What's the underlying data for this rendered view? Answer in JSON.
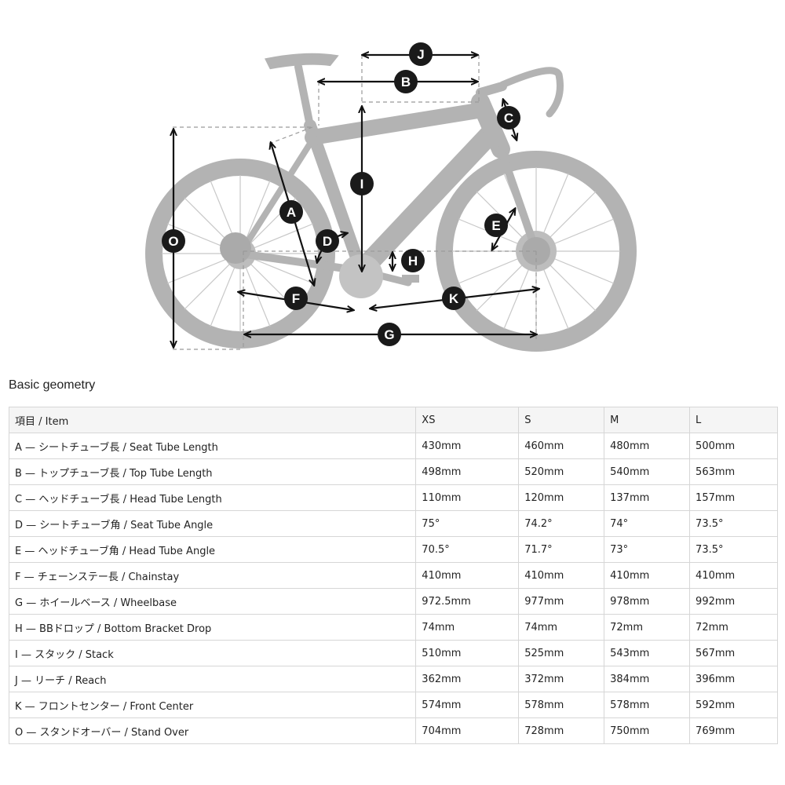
{
  "diagram": {
    "labels": [
      "J",
      "B",
      "C",
      "I",
      "A",
      "O",
      "E",
      "D",
      "H",
      "F",
      "K",
      "G"
    ]
  },
  "section_title": "Basic geometry",
  "table": {
    "headers": [
      "項目 / Item",
      "XS",
      "S",
      "M",
      "L"
    ],
    "rows": [
      [
        "A — シートチューブ長 / Seat Tube Length",
        "430mm",
        "460mm",
        "480mm",
        "500mm"
      ],
      [
        "B — トップチューブ長 / Top Tube Length",
        "498mm",
        "520mm",
        "540mm",
        "563mm"
      ],
      [
        "C — ヘッドチューブ長 / Head Tube Length",
        "110mm",
        "120mm",
        "137mm",
        "157mm"
      ],
      [
        "D — シートチューブ角 / Seat Tube Angle",
        "75°",
        "74.2°",
        "74°",
        "73.5°"
      ],
      [
        "E — ヘッドチューブ角 / Head Tube Angle",
        "70.5°",
        "71.7°",
        "73°",
        "73.5°"
      ],
      [
        "F — チェーンステー長 / Chainstay",
        "410mm",
        "410mm",
        "410mm",
        "410mm"
      ],
      [
        "G — ホイールベース / Wheelbase",
        "972.5mm",
        "977mm",
        "978mm",
        "992mm"
      ],
      [
        "H — BBドロップ / Bottom Bracket Drop",
        "74mm",
        "74mm",
        "72mm",
        "72mm"
      ],
      [
        "I — スタック / Stack",
        "510mm",
        "525mm",
        "543mm",
        "567mm"
      ],
      [
        "J — リーチ / Reach",
        "362mm",
        "372mm",
        "384mm",
        "396mm"
      ],
      [
        "K — フロントセンター / Front Center",
        "574mm",
        "578mm",
        "578mm",
        "592mm"
      ],
      [
        "O — スタンドオーバー / Stand Over",
        "704mm",
        "728mm",
        "750mm",
        "769mm"
      ]
    ]
  }
}
